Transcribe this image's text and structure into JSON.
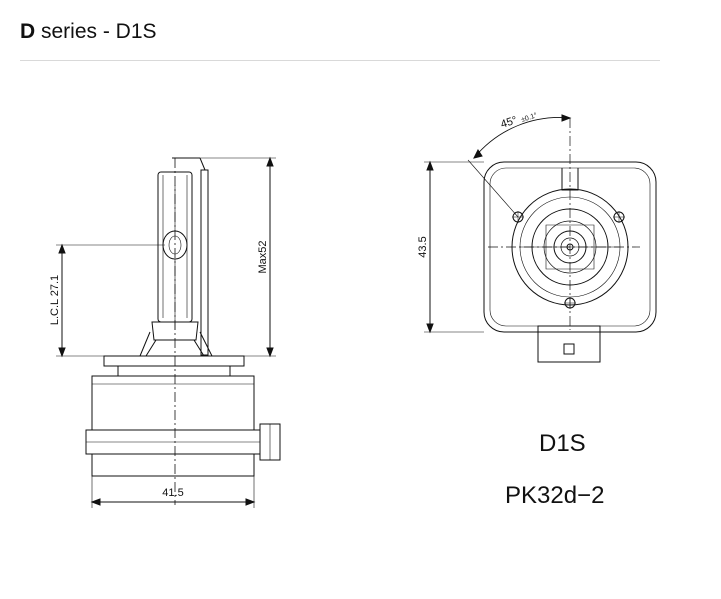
{
  "header": {
    "title_bold": "D",
    "title_rest": " series - D1S"
  },
  "side_view": {
    "width_dim": "41.5",
    "height_dim": "Max52",
    "lcl_dim": "L.C.L 27.1"
  },
  "front_view": {
    "height_dim": "43.5",
    "angle_main": "45°",
    "angle_tol": "±0.1°"
  },
  "labels": {
    "model": "D1S",
    "base": "PK32d−2"
  }
}
